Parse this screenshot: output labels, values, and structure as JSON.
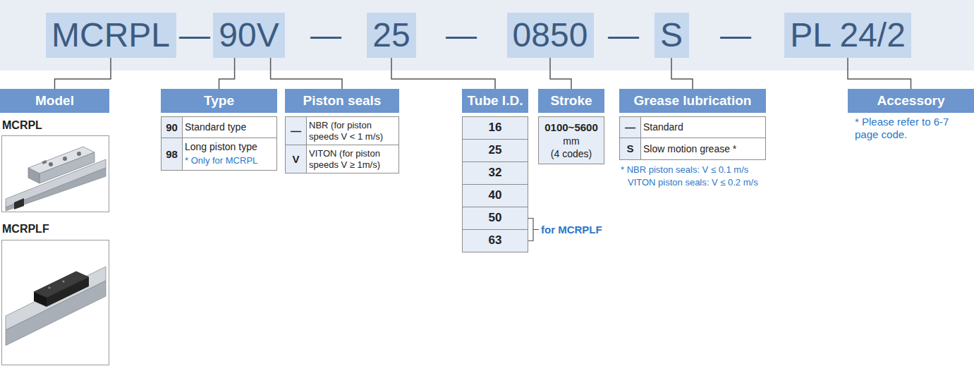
{
  "diagram": {
    "nodes": [
      {
        "text": [
          "MCRPL"
        ]
      },
      {
        "text": [
          "90V"
        ]
      },
      {
        "text": [
          "25"
        ]
      },
      {
        "text": [
          "0850"
        ]
      },
      {
        "text": [
          "S"
        ]
      },
      {
        "text": [
          "PL 24/2"
        ]
      },
      {
        "text": [
          "Model"
        ]
      },
      {
        "text": [
          "Type"
        ]
      },
      {
        "text": [
          "Piston seals"
        ]
      },
      {
        "text": [
          "Tube I.D."
        ]
      },
      {
        "text": [
          "Stroke"
        ]
      },
      {
        "text": [
          "Grease lubrication"
        ]
      },
      {
        "text": [
          "Accessory"
        ]
      }
    ],
    "edges": [
      {
        "from": 0,
        "to": 6,
        "arrow": "none"
      },
      {
        "from": 1,
        "to": 7,
        "arrow": "none"
      },
      {
        "from": 1,
        "to": 8,
        "arrow": "none"
      },
      {
        "from": 2,
        "to": 9,
        "arrow": "none"
      },
      {
        "from": 3,
        "to": 10,
        "arrow": "none"
      },
      {
        "from": 4,
        "to": 11,
        "arrow": "none"
      },
      {
        "from": 5,
        "to": 12,
        "arrow": "none"
      }
    ],
    "labels": [
      "—",
      "—",
      "—",
      "—",
      "—",
      "90",
      "Standard type",
      "98",
      "Long piston type",
      "* Only for MCRPL",
      "—",
      "NBR (for piston speeds V < 1 m/s)",
      "V",
      "VITON (for piston speeds V ≥ 1m/s)",
      "16",
      "25",
      "32",
      "40",
      "50",
      "63",
      "for MCRPLF",
      "0100~5600",
      "mm",
      "(4 codes)",
      "—",
      "Standard",
      "S",
      "Slow motion grease *",
      "* NBR piston seals: V ≤ 0.1 m/s",
      "VITON piston seals: V ≤ 0.2 m/s",
      "* Please refer to 6-7 page code.",
      "MCRPL",
      "MCRPLF"
    ]
  }
}
